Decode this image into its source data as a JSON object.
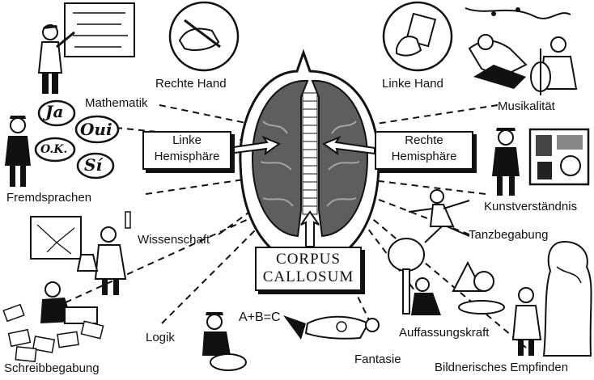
{
  "center": {
    "left_hemisphere": [
      "Linke",
      "Hemisphäre"
    ],
    "right_hemisphere": [
      "Rechte",
      "Hemisphäre"
    ],
    "corpus_callosum": [
      "CORPUS",
      "CALLOSUM"
    ]
  },
  "labels": {
    "rechte_hand": "Rechte Hand",
    "linke_hand": "Linke Hand",
    "mathematik": "Mathematik",
    "musikalitaet": "Musikalität",
    "fremdsprachen": "Fremdsprachen",
    "kunstverstaendnis": "Kunstverständnis",
    "wissenschaft": "Wissenschaft",
    "tanzbegabung": "Tanzbegabung",
    "schreibbegabung": "Schreibbegabung",
    "logik": "Logik",
    "fantasie": "Fantasie",
    "auffassungskraft": "Auffassungskraft",
    "bildnerisches_empfinden": "Bildnerisches Empfinden"
  },
  "speech_bubbles": [
    "Ja",
    "Oui",
    "O.K.",
    "Sí"
  ],
  "formula": "A+B=C",
  "icons": [
    "writing-hand-icon",
    "hand-holding-paper-icon",
    "mathematician-icon",
    "music-listener-icon",
    "cellist-icon",
    "linguist-icon",
    "art-viewer-icon",
    "scientist-icon",
    "dancer-icon",
    "writer-icon",
    "thinker-icon",
    "flying-superhero-icon",
    "landscape-icon",
    "sculptor-icon"
  ]
}
